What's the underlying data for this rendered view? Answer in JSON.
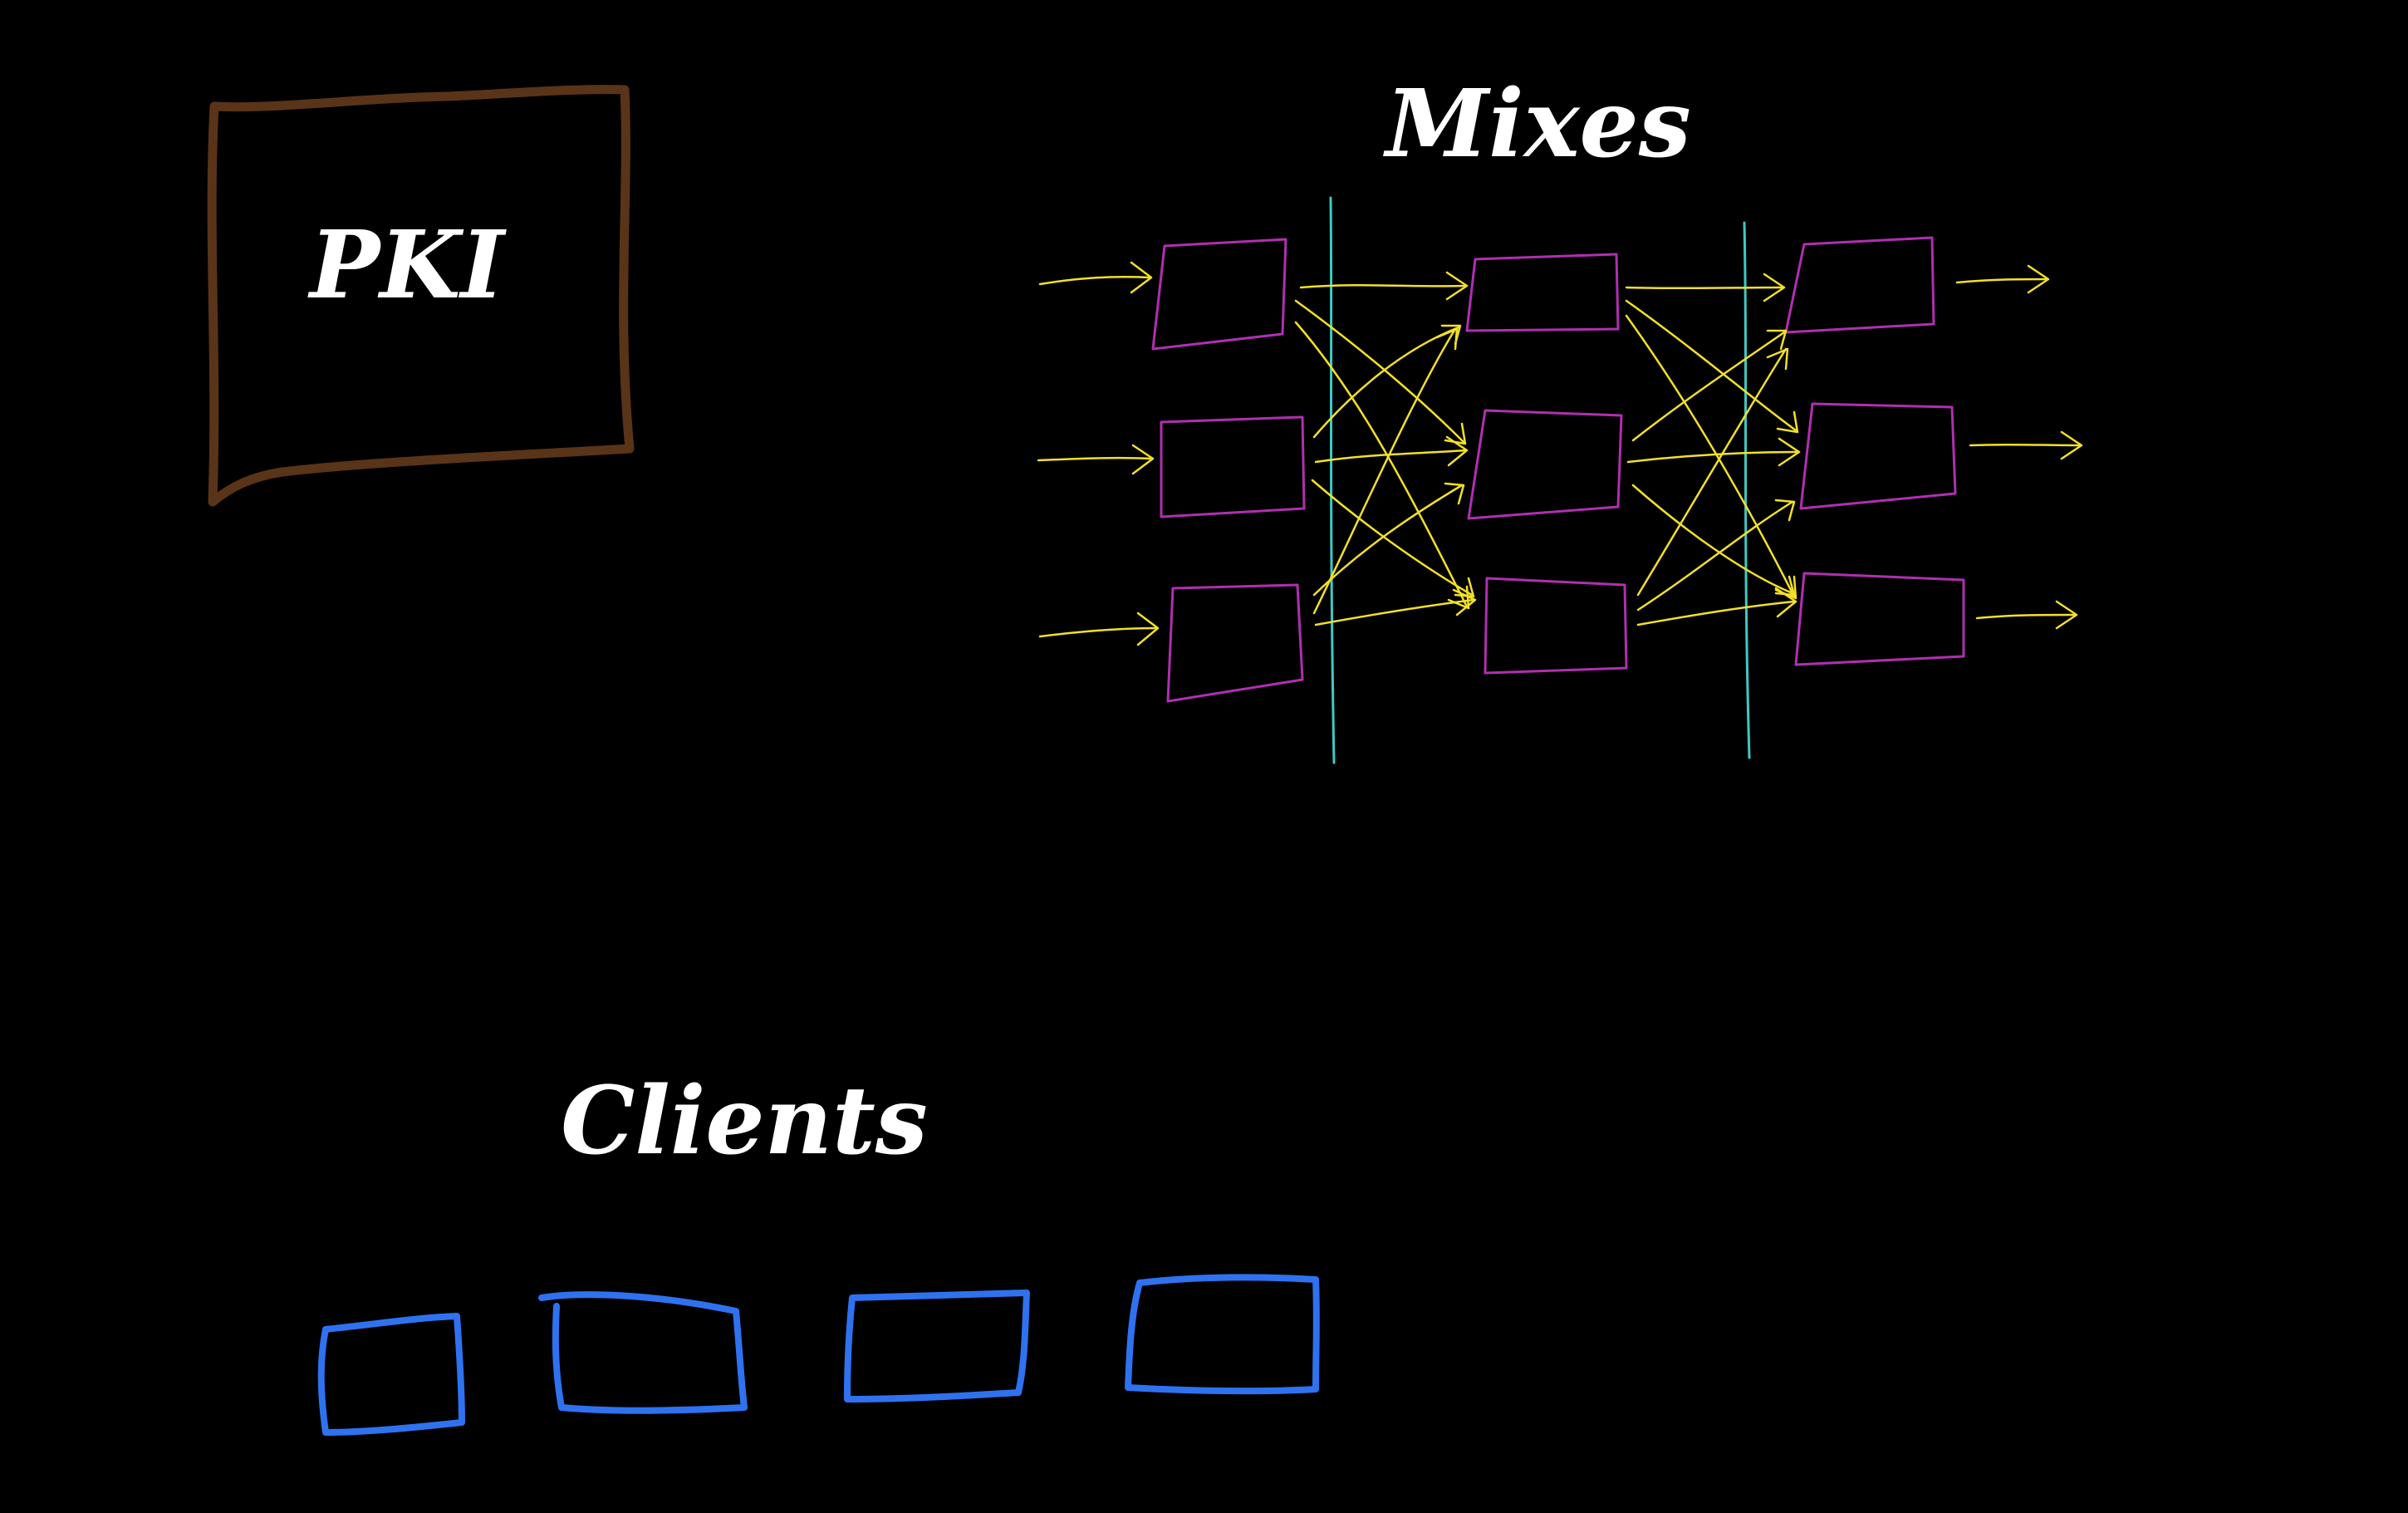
{
  "labels": {
    "pki": "PKI",
    "mixes": "Mixes",
    "clients": "Clients"
  },
  "colors": {
    "background": "#000000",
    "pki_box": "#5a3418",
    "mix_node": "#b02fb0",
    "mix_arrow": "#f2e02a",
    "layer_divider": "#3fc9c4",
    "client_box": "#2f72f0",
    "text": "#ffffff"
  },
  "mixnet": {
    "layers": 3,
    "nodes_per_layer": 3
  },
  "clients": {
    "count": 4
  }
}
